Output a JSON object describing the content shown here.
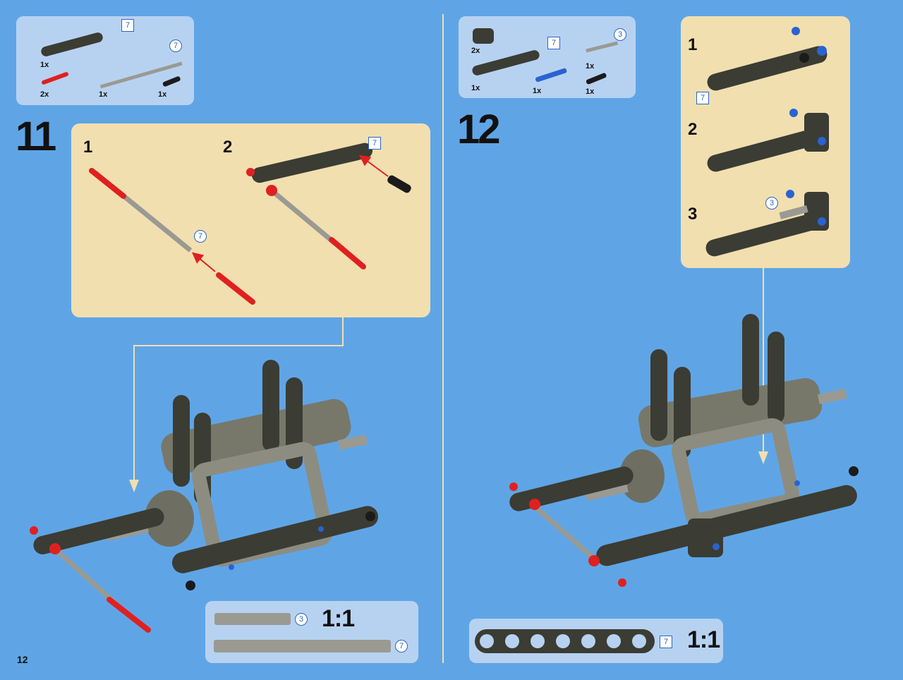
{
  "page_number": "12",
  "steps": [
    {
      "number": "11",
      "parts": [
        {
          "qty": "1x",
          "icon": "dark-beam-7-part",
          "length": "7"
        },
        {
          "qty": "2x",
          "icon": "red-axle-pin-part"
        },
        {
          "qty": "1x",
          "icon": "grey-axle-7-part",
          "length": "7"
        },
        {
          "qty": "1x",
          "icon": "black-axle-joiner-part"
        }
      ],
      "substeps": [
        {
          "number": "1",
          "callout": "7"
        },
        {
          "number": "2",
          "callout": "7"
        }
      ],
      "scale": {
        "ratio": "1:1",
        "axles": [
          "3",
          "7"
        ]
      }
    },
    {
      "number": "12",
      "parts": [
        {
          "qty": "2x",
          "icon": "dark-connector-part"
        },
        {
          "qty": "1x",
          "icon": "dark-beam-7-part",
          "length": "7"
        },
        {
          "qty": "1x",
          "icon": "blue-axle-pin-part"
        },
        {
          "qty": "1x",
          "icon": "grey-axle-3-part",
          "length": "3"
        },
        {
          "qty": "1x",
          "icon": "black-axle-joiner-part"
        }
      ],
      "substeps": [
        {
          "number": "1",
          "callout": "7"
        },
        {
          "number": "2"
        },
        {
          "number": "3",
          "callout": "3"
        }
      ],
      "scale": {
        "ratio": "1:1",
        "beam": "7"
      }
    }
  ],
  "colors": {
    "background": "#5fa5e6",
    "panel": "#b7d2f1",
    "substep": "#f1dfb0",
    "beam": "#3b3c33",
    "axle": "#9a9a92",
    "pin_red": "#e02020",
    "pin_blue": "#2a63d0"
  }
}
